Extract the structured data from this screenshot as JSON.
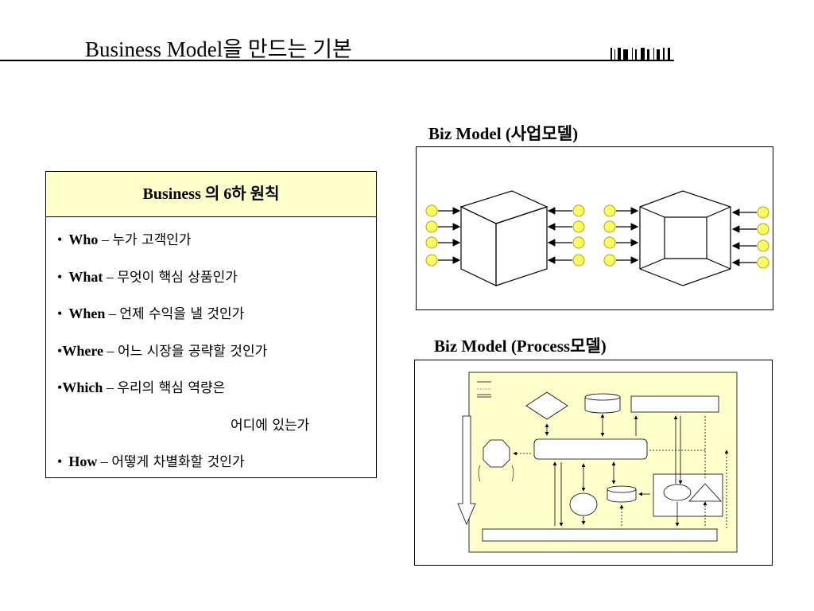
{
  "slide": {
    "title": "Business Model을 만드는 기본"
  },
  "principles": {
    "heading": "Business 의 6하 원칙",
    "items": [
      {
        "bullet": "•",
        "keyword": "Who",
        "dash": " – ",
        "text": "누가 고객인가"
      },
      {
        "bullet": "•",
        "keyword": "What",
        "dash": " – ",
        "text": "무엇이 핵심 상품인가"
      },
      {
        "bullet": "•",
        "keyword": "When",
        "dash": " – ",
        "text": "언제 수익을 낼 것인가"
      },
      {
        "bullet": "•",
        "keyword": "Where",
        "dash": " – ",
        "text": "어느 시장을 공략할 것인가"
      },
      {
        "bullet": "•",
        "keyword": "Which",
        "dash": " – ",
        "text": "우리의 핵심 역량은"
      },
      {
        "bullet": "",
        "keyword": "",
        "dash": "",
        "text": "어디에 있는가"
      },
      {
        "bullet": "•",
        "keyword": "How",
        "dash": " – ",
        "text": "어떻게 차별화할 것인가"
      }
    ]
  },
  "diagrams": {
    "business_caption": "Biz Model (사업모델)",
    "process_caption": "Biz Model (Process모델)",
    "colors": {
      "node_fill": "#ffff66",
      "node_stroke": "#b8a000",
      "principles_header": "#ffffcc",
      "process_bg": "#ffffcc"
    }
  }
}
